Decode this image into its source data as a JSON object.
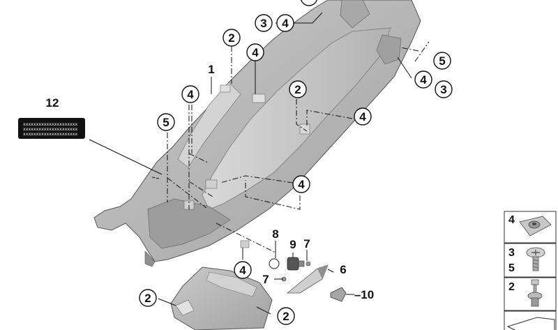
{
  "diagram": {
    "callouts": [
      {
        "id": "c-3-top",
        "label": "3"
      },
      {
        "id": "c-4-top",
        "label": "4"
      },
      {
        "id": "c-2-upper",
        "label": "2"
      },
      {
        "id": "c-4-upper",
        "label": "4"
      },
      {
        "id": "c-5-right",
        "label": "5"
      },
      {
        "id": "c-4-right",
        "label": "4"
      },
      {
        "id": "c-3-right",
        "label": "3"
      },
      {
        "id": "c-4-left",
        "label": "4"
      },
      {
        "id": "c-2-mid",
        "label": "2"
      },
      {
        "id": "c-4-mid",
        "label": "4"
      },
      {
        "id": "c-5-left",
        "label": "5"
      },
      {
        "id": "c-4-lower",
        "label": "4"
      },
      {
        "id": "c-4-bottom",
        "label": "4"
      },
      {
        "id": "c-2-bl",
        "label": "2"
      },
      {
        "id": "c-2-br",
        "label": "2"
      }
    ],
    "plain_labels": [
      {
        "id": "p-1",
        "label": "1"
      },
      {
        "id": "p-12",
        "label": "12"
      },
      {
        "id": "p-8",
        "label": "8"
      },
      {
        "id": "p-9",
        "label": "9"
      },
      {
        "id": "p-7a",
        "label": "7"
      },
      {
        "id": "p-6",
        "label": "6"
      },
      {
        "id": "p-7b",
        "label": "7"
      },
      {
        "id": "p-10",
        "label": "–10"
      }
    ],
    "label_lines": [
      "xxxxxxxxxxxxxxxxxxxxx",
      "xxxxxxxxxxxxxxxxxxxxx",
      "xxxxxxxxxxxxxxxxxxxxx"
    ]
  },
  "legend": {
    "items": [
      {
        "labels": [
          "4"
        ],
        "icon": "clip-nut-icon"
      },
      {
        "labels": [
          "3",
          "5"
        ],
        "icon": "flange-screw-icon"
      },
      {
        "labels": [
          "2"
        ],
        "icon": "plastic-rivet-icon"
      }
    ]
  },
  "colors": {
    "part_fill": "#b9b9b9",
    "part_dark": "#8c8c8c",
    "part_light": "#d6d6d6",
    "line": "#111111",
    "label_bg": "#111111"
  }
}
